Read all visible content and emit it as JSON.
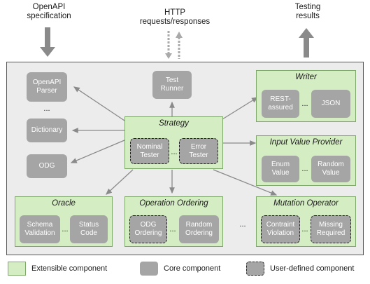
{
  "top": {
    "openapi_spec": "OpenAPI\nspecification",
    "http": "HTTP\nrequests/responses",
    "testing_results": "Testing\nresults"
  },
  "core": {
    "openapi_parser": "OpenAPI\nParser",
    "dictionary": "Dictionary",
    "odg": "ODG",
    "test_runner": "Test\nRunner",
    "left_ellipsis": "..."
  },
  "strategy": {
    "title": "Strategy",
    "nominal_tester": "Nominal\nTester",
    "error_tester": "Error\nTester",
    "ellipsis": "..."
  },
  "writer": {
    "title": "Writer",
    "rest_assured": "REST-\nassured",
    "json": "JSON",
    "ellipsis": "..."
  },
  "input_value_provider": {
    "title": "Input Value Provider",
    "enum_value": "Enum\nValue",
    "random_value": "Random\nValue",
    "ellipsis": "..."
  },
  "oracle": {
    "title": "Oracle",
    "schema_validation": "Schema\nValidation",
    "status_code": "Status\nCode",
    "ellipsis": "..."
  },
  "operation_ordering": {
    "title": "Operation Ordering",
    "odg_ordering": "ODG\nOrdering",
    "random_ordering": "Random\nOrdering",
    "ellipsis": "..."
  },
  "between_ellipsis": "...",
  "mutation_operator": {
    "title": "Mutation Operator",
    "contraint_violation": "Contraint\nViolation",
    "missing_required": "Missing\nRequired",
    "ellipsis": "..."
  },
  "legend": {
    "extensible": "Extensible component",
    "core": "Core component",
    "user_defined": "User-defined component"
  },
  "colors": {
    "extensible_fill": "#d4edc3",
    "core_fill": "#a5a5a5",
    "arrow": "#8a8a8a"
  }
}
